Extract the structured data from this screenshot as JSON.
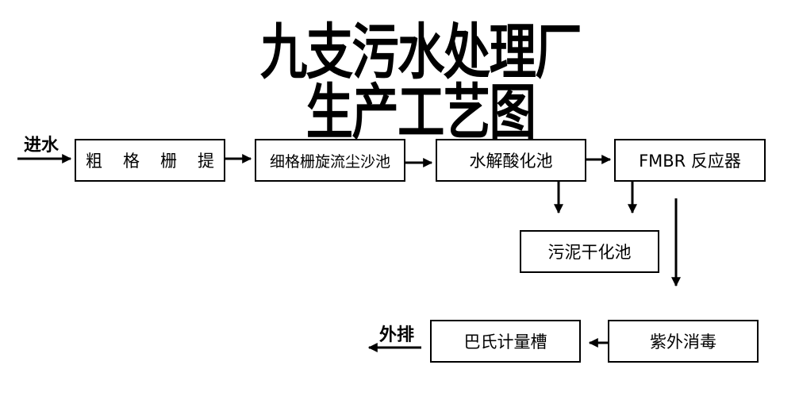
{
  "title": "九支污水处理厂生产工艺图",
  "inlet_label": "进水",
  "outlet_label": "外排",
  "nodes": {
    "screen": "粗格栅提",
    "grit": "细格栅旋流尘沙池",
    "hydrolysis": "水解酸化池",
    "fmbr": "FMBR 反应器",
    "sludge": "污泥干化池",
    "disinfection": "紫外消毒",
    "flume": "巴氏计量槽"
  }
}
